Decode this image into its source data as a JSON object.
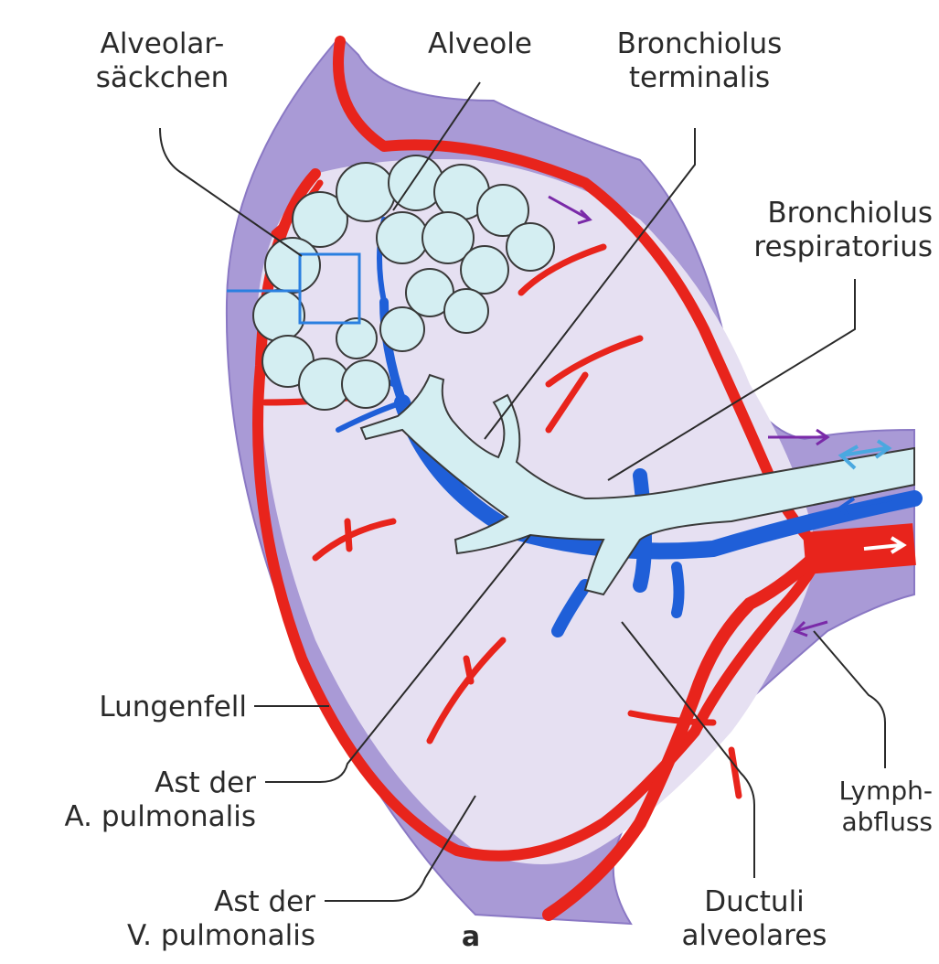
{
  "labels": {
    "alveolarsaeckchen_1": "Alveolar-",
    "alveolarsaeckchen_2": "säckchen",
    "alveole": "Alveole",
    "bronchiolus_terminalis_1": "Bronchiolus",
    "bronchiolus_terminalis_2": "terminalis",
    "bronchiolus_respiratorius_1": "Bronchiolus",
    "bronchiolus_respiratorius_2": "respiratorius",
    "lungenfell": "Lungenfell",
    "ast_a_pulm_1": "Ast der",
    "ast_a_pulm_2": "A. pulmonalis",
    "ast_v_pulm_1": "Ast der",
    "ast_v_pulm_2": "V. pulmonalis",
    "lymphabfluss_1": "Lymph-",
    "lymphabfluss_2": "abfluss",
    "ductuli_1": "Ductuli",
    "ductuli_2": "alveolares",
    "panel": "a"
  },
  "colors": {
    "pleura": "#a99ad6",
    "pleura_edge": "#8a78c4",
    "lobule_fill": "#e6e0f2",
    "artery_red": "#e8241c",
    "vein_blue": "#1f5fd8",
    "airway_fill": "#d4eef2",
    "airway_edge": "#3a3a3a",
    "lymph_arrow": "#7a2aa8",
    "leader_line": "#2a2a2a",
    "highlight_box": "#2a7fe0"
  }
}
